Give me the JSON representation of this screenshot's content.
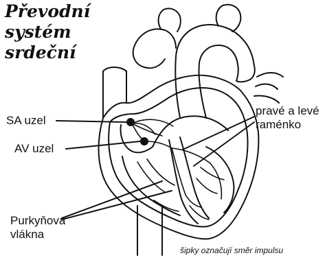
{
  "title": {
    "line1": "Převodní",
    "line2": "systém",
    "line3": "srdeční"
  },
  "labels": {
    "sa_node": "SA uzel",
    "av_node": "AV uzel",
    "bundle_branches_line1": "pravé a levé",
    "bundle_branches_line2": "raménko",
    "purkinje_line1": "Purkyňova",
    "purkinje_line2": "vlákna"
  },
  "note": "šipky označují směr impulsu",
  "colors": {
    "ink": "#111111",
    "background": "#ffffff"
  }
}
